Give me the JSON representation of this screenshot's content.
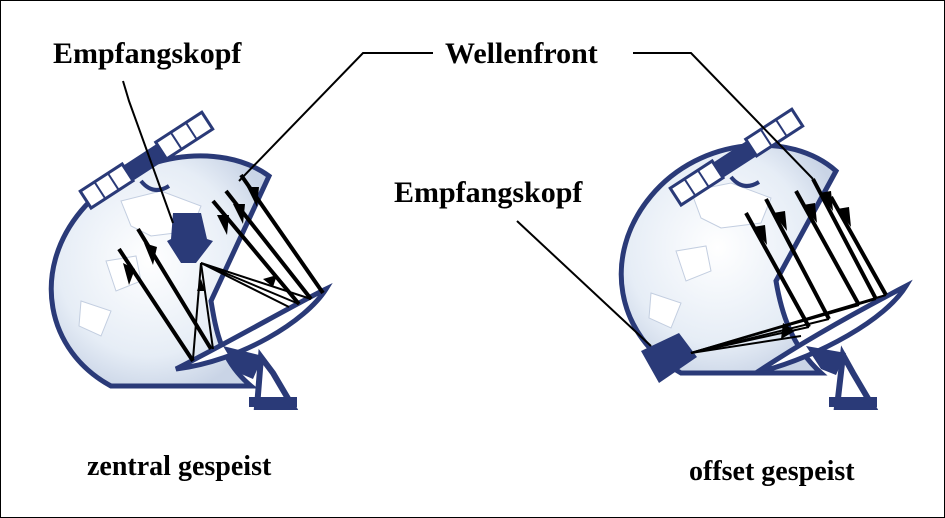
{
  "labels": {
    "receiver_head_left": "Empfangskopf",
    "wavefront": "Wellenfront",
    "receiver_head_right": "Empfangskopf",
    "central_fed": "zentral gespeist",
    "offset_fed": "offset gespeist"
  },
  "colors": {
    "globe_fill": "#eaf0f7",
    "globe_outline": "#2a3a78",
    "land": "#ffffff",
    "equipment": "#2a3a78",
    "rays": "#000000",
    "background": "#ffffff"
  },
  "icons": {
    "satellite": "satellite-icon",
    "dish": "satellite-dish-icon",
    "globe": "globe-icon"
  }
}
